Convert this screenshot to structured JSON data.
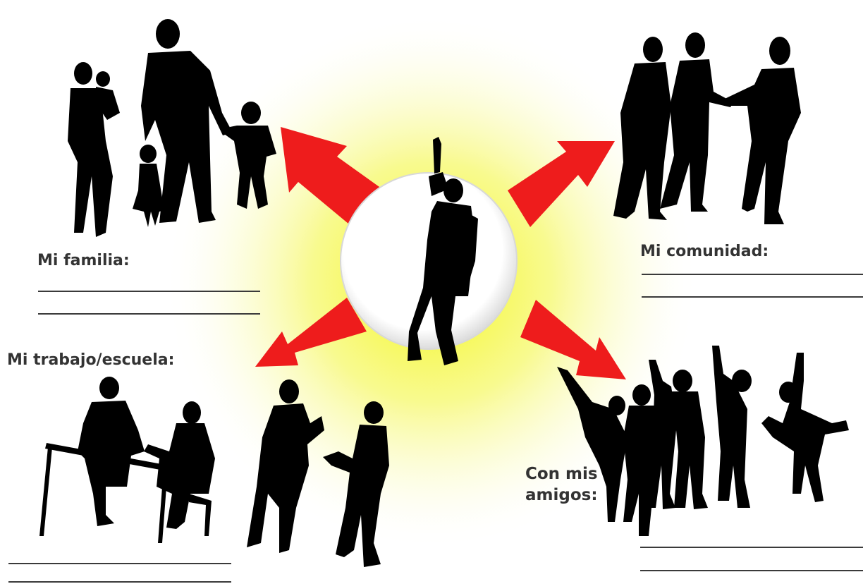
{
  "colors": {
    "glow_center": "#f4f71a",
    "arrow": "#ee1c1c",
    "silhouette": "#000000",
    "label_text": "#333333",
    "circle_fill": "#ffffff"
  },
  "center": {
    "figure": "person-waving-silhouette"
  },
  "quadrants": {
    "top_left": {
      "label": "Mi familia:",
      "image": "family-silhouette",
      "blank_lines": 2
    },
    "top_right": {
      "label": "Mi comunidad:",
      "image": "community-handshake-silhouette",
      "blank_lines": 2
    },
    "bottom_left": {
      "label": "Mi trabajo/escuela:",
      "image": "work-school-silhouette",
      "blank_lines": 2
    },
    "bottom_right": {
      "label_line1": "Con mis",
      "label_line2": "amigos:",
      "image": "friends-jumping-silhouette",
      "blank_lines": 2
    }
  }
}
